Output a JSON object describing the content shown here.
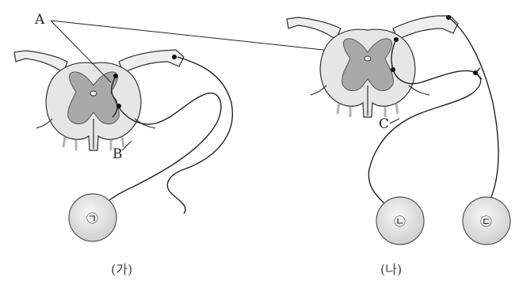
{
  "labels": {
    "A": "A",
    "B": "B",
    "C": "C"
  },
  "captions": {
    "left": "(가)",
    "right": "(나)"
  },
  "organs": {
    "one": "㉠",
    "two": "㉡",
    "three": "㉢"
  },
  "colors": {
    "white_matter": "#e6e6e6",
    "gray_matter": "#a9a9a9",
    "outline": "#333333",
    "nerve": "#222222",
    "organ_fill": "#e3e3e3"
  }
}
